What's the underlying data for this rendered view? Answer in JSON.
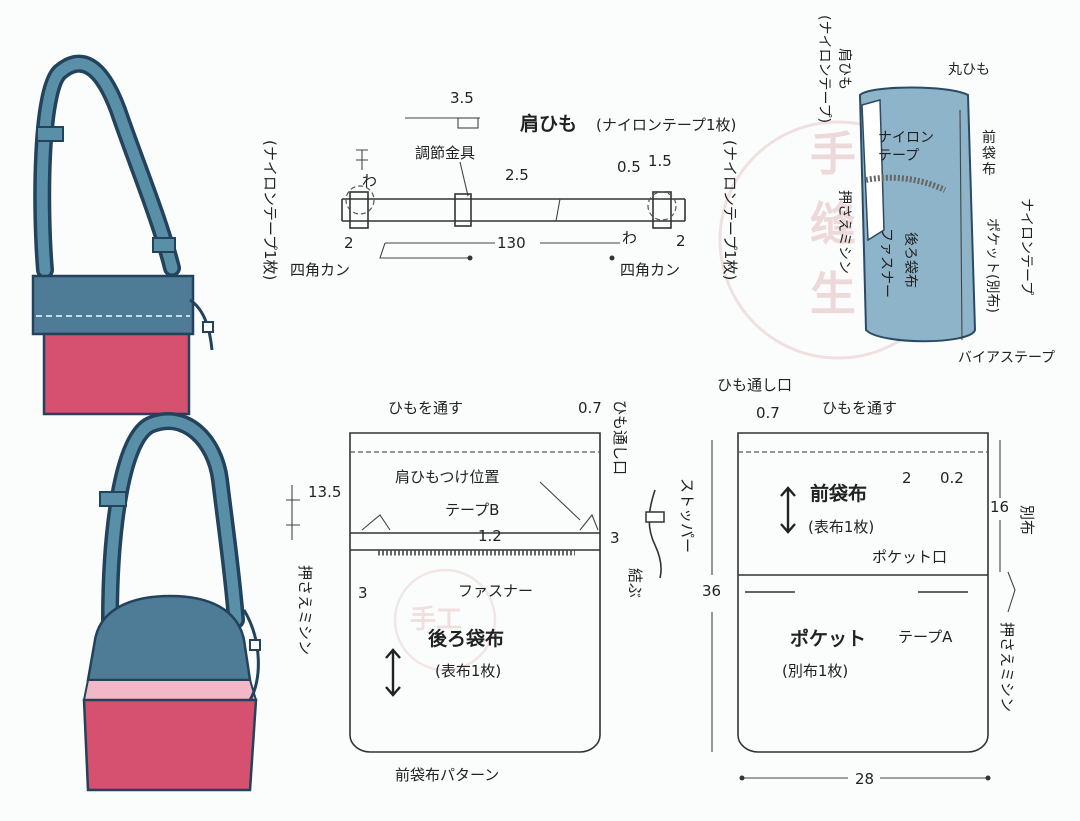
{
  "colors": {
    "strap": "#5a8fa8",
    "strap_dark": "#23425c",
    "bag_top": "#4e7c97",
    "bag_pink": "#d6506f",
    "bag_pink_light": "#f2b8c8",
    "pocket_fill": "#8db4c8",
    "watermark": "#e8c9c9"
  },
  "watermark": {
    "chars": [
      "手",
      "缝",
      "生"
    ],
    "small": "手工"
  },
  "strap": {
    "title": "肩ひも",
    "title_sub": "(ナイロンテープ1枚)",
    "dim_width": "3.5",
    "adjuster": "調節金具",
    "dim_25": "2.5",
    "dim_05": "0.5",
    "dim_15": "1.5",
    "dim_130": "130",
    "dim_2_left": "2",
    "dim_2_right": "2",
    "wa_left": "わ",
    "wa_right": "わ",
    "ring_left": "四角カン",
    "ring_right": "四角カン",
    "side_left": "(ナイロンテープ1枚)",
    "side_right": "(ナイロンテープ1枚)"
  },
  "side_view": {
    "col_paren": "(ナイロンテープ)",
    "col_kata": "肩ひも",
    "maruhimo": "丸ひも",
    "nylon_tape": "ナイロンテープ",
    "maebukuro": "前袋布",
    "osae": "押さえミシン",
    "fastener": "ファスナー",
    "ushiro": "後ろ袋布",
    "right_nylon": "ナイロンテープ",
    "pocket": "ポケット(別布)",
    "bias": "バイアステープ"
  },
  "back_pattern": {
    "himo_toosu": "ひもを通す",
    "dim_07": "0.7",
    "himo_guchi": "ひも通し口",
    "dim_135": "13.5",
    "kata_pos": "肩ひもつけ位置",
    "tape_b": "テープB",
    "dim_12": "1.2",
    "dim_3a": "3",
    "dim_3b": "3",
    "fastener": "ファスナー",
    "title": "後ろ袋布",
    "sub": "(表布1枚)",
    "osae": "押さえミシン",
    "caption": "前袋布パターン"
  },
  "stopper": {
    "label": "ストッパー",
    "knot": "結ぶ"
  },
  "front_pattern": {
    "guchi": "ひも通し口",
    "dim_07": "0.7",
    "himo_toosu": "ひもを通す",
    "dim_2": "2",
    "dim_02": "0.2",
    "title": "前袋布",
    "sub": "(表布1枚)",
    "dim_16": "16",
    "betsu": "別布",
    "pocket_mouth": "ポケット口",
    "dim_36": "36",
    "pocket_title": "ポケット",
    "pocket_sub": "(別布1枚)",
    "tape_a": "テープA",
    "osae": "押さえミシン",
    "dim_28": "28"
  }
}
